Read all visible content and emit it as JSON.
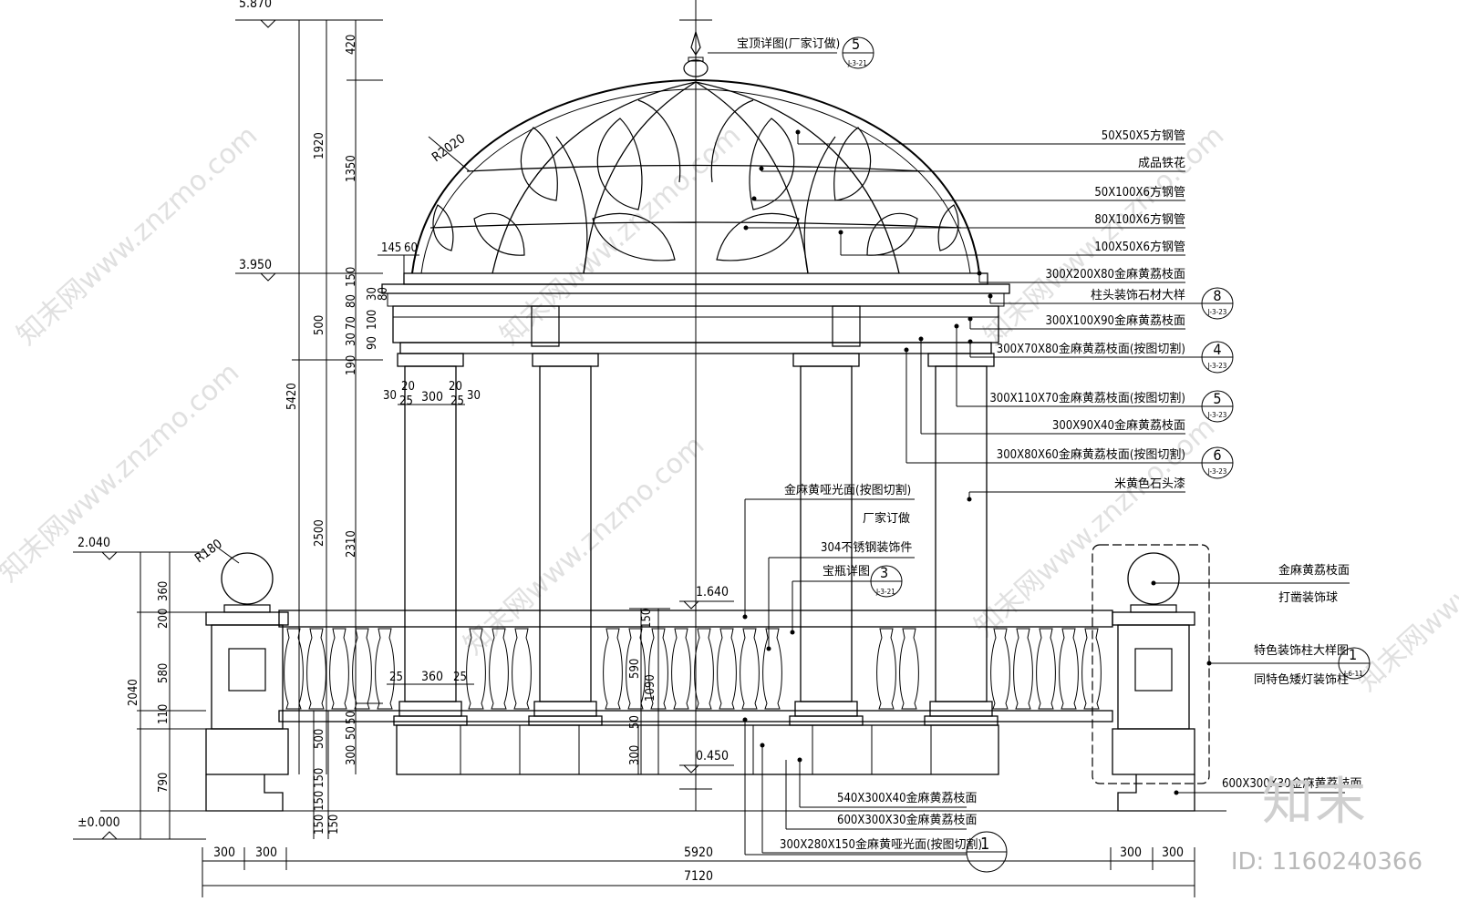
{
  "levels": [
    "5.870",
    "3.950",
    "2.040",
    "±0.000",
    "1.640",
    "0.450"
  ],
  "dims_left": {
    "outer": [
      "420",
      "1920",
      "1350",
      "150",
      "500",
      "5420",
      "2500",
      "2310",
      "2040"
    ],
    "mid": [
      "80",
      "70",
      "30",
      "190"
    ],
    "stack": [
      "100",
      "80",
      "90",
      "30"
    ],
    "balustrade": [
      "360",
      "200",
      "580",
      "110",
      "790",
      "500",
      "50",
      "50",
      "300",
      "150",
      "150",
      "150",
      "150"
    ]
  },
  "dims_misc": {
    "ball_radius": "R180",
    "dome_radius": "R2020",
    "cap": "145",
    "cap2": "60",
    "col_w": "300",
    "col_side": "30",
    "col_gap": "20",
    "col_mark": "25",
    "bal_w": "360",
    "bal_side": "25",
    "rail_top": "150",
    "rail_mid": "590",
    "rail_total": "1090",
    "rail_low": "50",
    "rail_base": "300"
  },
  "bottom_dims": [
    "300",
    "300",
    "5920",
    "300",
    "300",
    "7120"
  ],
  "callouts_right": [
    {
      "text": "50X50X5方钢管"
    },
    {
      "text": "成品铁花"
    },
    {
      "text": "50X100X6方钢管"
    },
    {
      "text": "80X100X6方钢管"
    },
    {
      "text": "100X50X6方钢管"
    },
    {
      "text": "300X200X80金麻黄荔枝面"
    },
    {
      "text": "柱头装饰石材大样",
      "num": "8",
      "sheet": "J-3-23"
    },
    {
      "text": "300X100X90金麻黄荔枝面"
    },
    {
      "text": "300X70X80金麻黄荔枝面(按图切割)",
      "num": "4",
      "sheet": "J-3-23"
    },
    {
      "text": "300X110X70金麻黄荔枝面(按图切割)",
      "num": "5",
      "sheet": "J-3-23"
    },
    {
      "text": "300X90X40金麻黄荔枝面"
    },
    {
      "text": "300X80X60金麻黄荔枝面(按图切割)",
      "num": "6",
      "sheet": "J-3-23"
    },
    {
      "text": "米黄色石头漆"
    }
  ],
  "callout_top": {
    "text": "宝顶详图(厂家订做)",
    "num": "5",
    "sheet": "J-3-21"
  },
  "callouts_mid": [
    {
      "text": "金麻黄哑光面(按图切割)"
    },
    {
      "text": "厂家订做"
    },
    {
      "text": "304不锈钢装饰件"
    },
    {
      "text": "宝瓶详图",
      "num": "3",
      "sheet": "J-3-21"
    }
  ],
  "callouts_ball": [
    "金麻黄荔枝面",
    "打凿装饰球"
  ],
  "callouts_post": {
    "line1": "特色装饰柱大样图",
    "line2": "同特色矮灯装饰柱",
    "num": "1",
    "sheet": "J-6-11"
  },
  "callouts_bottom": [
    {
      "text": "540X300X40金麻黄荔枝面"
    },
    {
      "text": "600X300X30金麻黄荔枝面"
    },
    {
      "text": "300X280X150金麻黄哑光面(按图切割)",
      "num": "1"
    }
  ],
  "callout_base_right": "600X300X30金麻黄荔枝面",
  "brand": {
    "logo": "知末",
    "id": "ID: 1160240366",
    "watermark": "知末网www.znzmo.com"
  },
  "colors": {
    "line": "#000000",
    "background": "#ffffff",
    "watermark": "#c8c8c8"
  }
}
